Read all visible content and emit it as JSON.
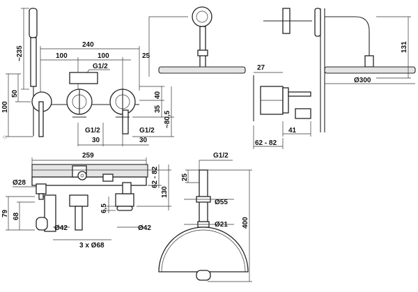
{
  "page_nav": {
    "back_glyph": "«",
    "icon": "chevron-left-icon"
  },
  "top_left": {
    "dim_235": "~235",
    "dim_240": "240",
    "dim_100a": "100",
    "dim_100b": "100",
    "dim_25": "25",
    "dim_g12_top": "G1/2",
    "dim_100_left": "100",
    "dim_50": "50",
    "dim_40": "40",
    "dim_35": "35",
    "dim_805": "~80,5",
    "dim_g12_bl": "G1/2",
    "dim_g12_br": "G1/2",
    "dim_30a": "30",
    "dim_30b": "30"
  },
  "top_right": {
    "dim_131": "131",
    "dim_27": "27",
    "dim_300": "Ø300",
    "dim_41": "41",
    "dim_6282": "62 - 82"
  },
  "bottom_left": {
    "dim_259": "259",
    "dim_28": "Ø28",
    "dim_6282": "62 - 82",
    "dim_130": "130",
    "dim_79": "79",
    "dim_68": "68",
    "dim_65": "6,5",
    "dim_42a": "Ø42",
    "dim_42b": "Ø42",
    "dim_3x68": "3 x Ø68"
  },
  "bottom_right": {
    "dim_g12": "G1/2",
    "dim_25": "25",
    "dim_55": "Ø55",
    "dim_21": "Ø21",
    "dim_400": "400"
  }
}
